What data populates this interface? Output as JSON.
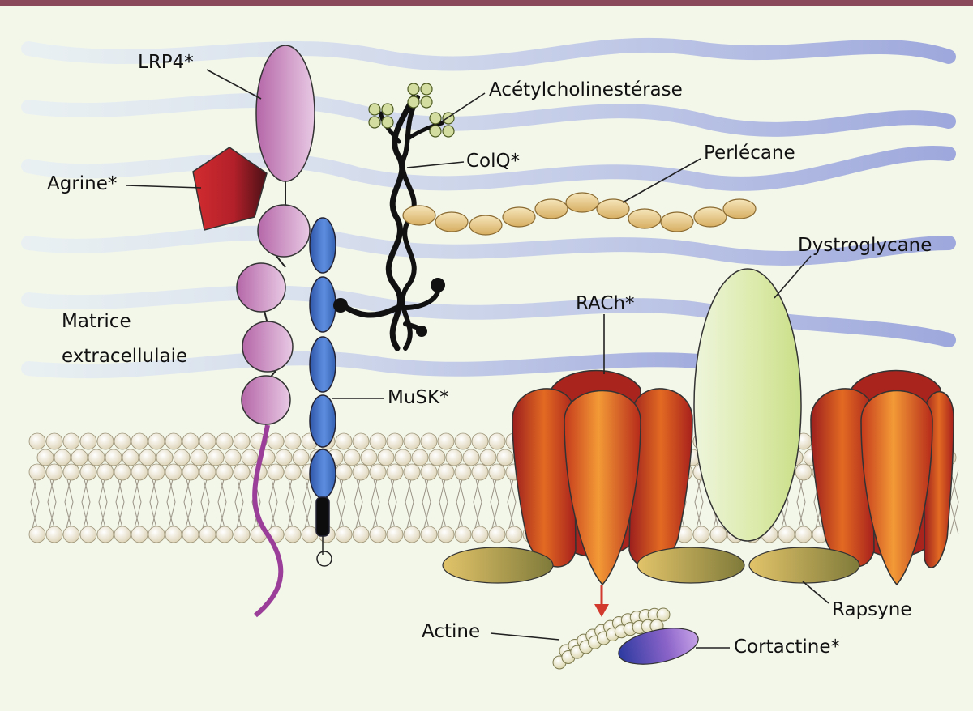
{
  "figure": {
    "background": "#f3f7ea",
    "top_bar_color": "#8a4a5c",
    "labels": {
      "lrp4": "LRP4*",
      "agrine": "Agrine*",
      "acetylcholinesterase": "Acétylcholinestérase",
      "colq": "ColQ*",
      "perlecane": "Perlécane",
      "dystroglycane": "Dystroglycane",
      "rach": "RACh*",
      "matrice_line1": "Matrice",
      "matrice_line2": "extracellulaie",
      "musk": "MuSK*",
      "rapsyne": "Rapsyne",
      "actine": "Actine",
      "cortactine": "Cortactine*"
    },
    "colors": {
      "lrp4": "#c98fc0",
      "agrine": "#c0262a",
      "musk": "#4a72c4",
      "colq": "#111111",
      "perlecane": "#e8c98a",
      "dystroglycane": "#d6e7b0",
      "rach": "#d8491e",
      "rapsyne": "#b9a14a",
      "actine": "#ecebd0",
      "cortactine": "#7a5fc0",
      "membrane_head": "#efe8d2",
      "matrix_fiber": "#c7d3f0",
      "arrow": "#d23a2e",
      "lrp4_tail": "#9a3e9a"
    }
  }
}
